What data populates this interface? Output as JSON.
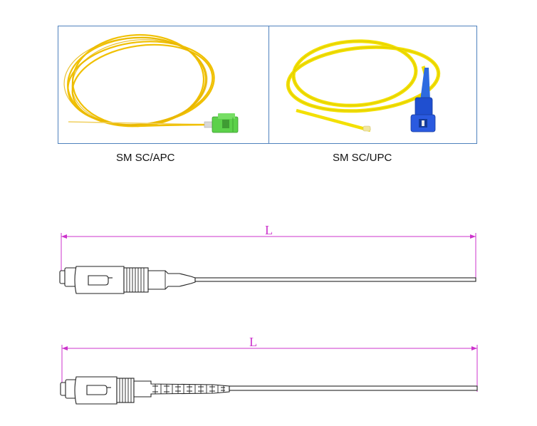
{
  "products": [
    {
      "caption": "SM SC/APC",
      "connector_color": "#5cd14a",
      "cable_color": "#f5c400"
    },
    {
      "caption": "SM SC/UPC",
      "connector_color": "#1f4fd0",
      "cable_color": "#f3e000"
    }
  ],
  "drawings": [
    {
      "dimension_label": "L",
      "boot_style": "tapered"
    },
    {
      "dimension_label": "L",
      "boot_style": "ribbed"
    }
  ],
  "dimension_color": "#cc33cc",
  "line_color": "#222222"
}
